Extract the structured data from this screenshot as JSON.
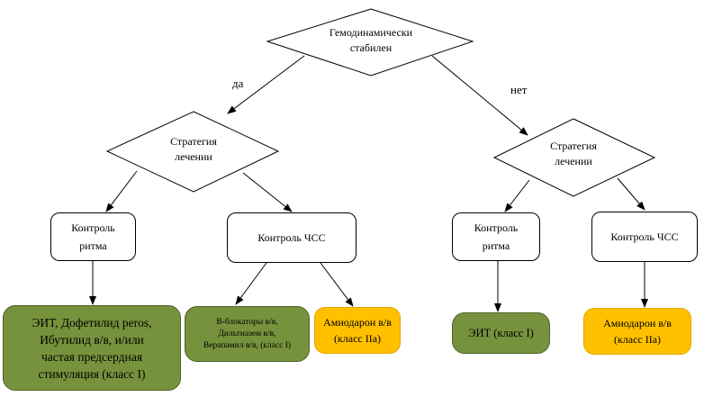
{
  "root": {
    "label": "Гемодинамически\nстабилен"
  },
  "edges": {
    "yes": "да",
    "no": "нет"
  },
  "left": {
    "strategy": "Стратегия\nлечении",
    "rhythm_control": "Контроль\nритма",
    "rate_control": "Контроль ЧСС",
    "rhythm_result": "ЭИТ, Дофетилид peros,\nИбутилид в/в, и/или\nчастая предсердная\nстимуляция (класс I)",
    "rate_result_1": "В-блокаторы в/в,\nДильтиазем в/в,\nВерапамил в/в, (класс I)",
    "rate_result_2": "Амиодарон в/в\n(класс IIa)"
  },
  "right": {
    "strategy": "Стратегия\nлечении",
    "rhythm_control": "Контроль\nритма",
    "rate_control": "Контроль ЧСС",
    "rhythm_result": "ЭИТ (класс I)",
    "rate_result": "Амиодарон в/в\n(класс IIa)"
  },
  "colors": {
    "green": "#76923c",
    "amber": "#ffc000",
    "stroke": "#000000"
  }
}
